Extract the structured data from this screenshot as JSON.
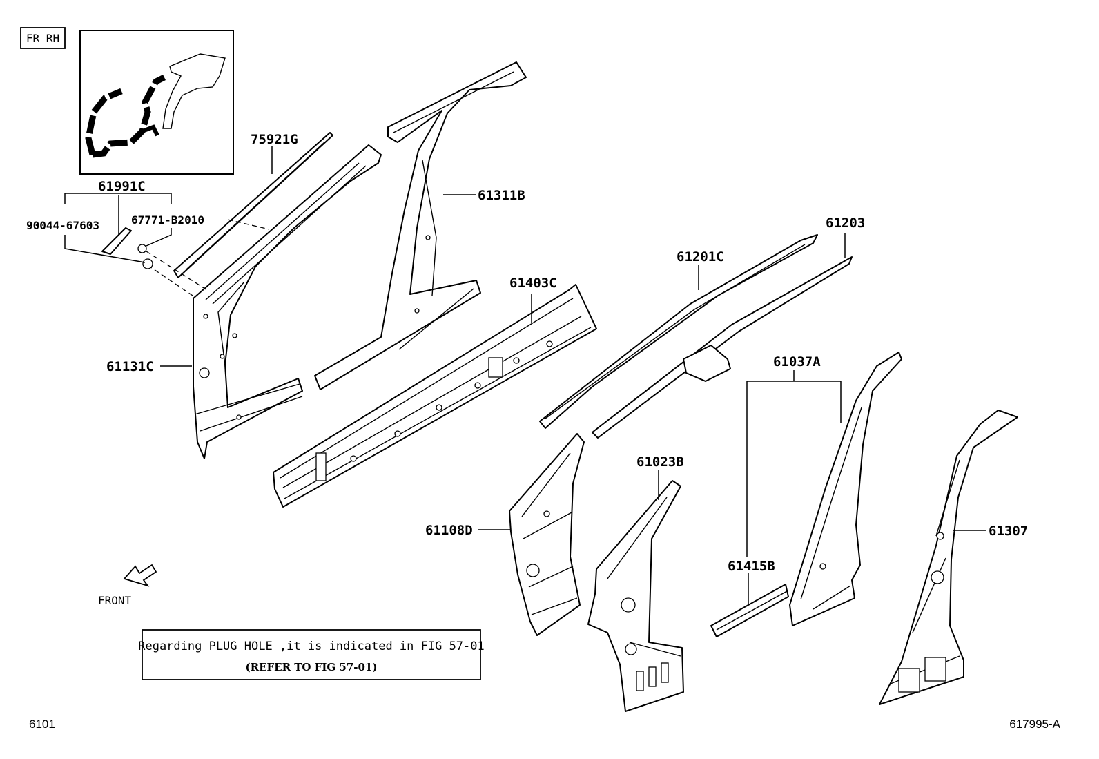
{
  "view_tag": "FR RH",
  "direction_label": "FRONT",
  "part_labels": {
    "p75921G": "75921G",
    "p61991C": "61991C",
    "p90044": "90044-67603",
    "p67771": "67771-B2010",
    "p61131C": "61131C",
    "p61311B": "61311B",
    "p61403C": "61403C",
    "p61201C": "61201C",
    "p61203": "61203",
    "p61037A": "61037A",
    "p61023B": "61023B",
    "p61108D": "61108D",
    "p61415B": "61415B",
    "p61307": "61307"
  },
  "note": {
    "line1": "Regarding PLUG HOLE ,it is indicated in FIG 57-01",
    "line2": "(REFER TO FIG 57-01)"
  },
  "footer": {
    "left_code": "6101",
    "right_code": "617995-A"
  }
}
